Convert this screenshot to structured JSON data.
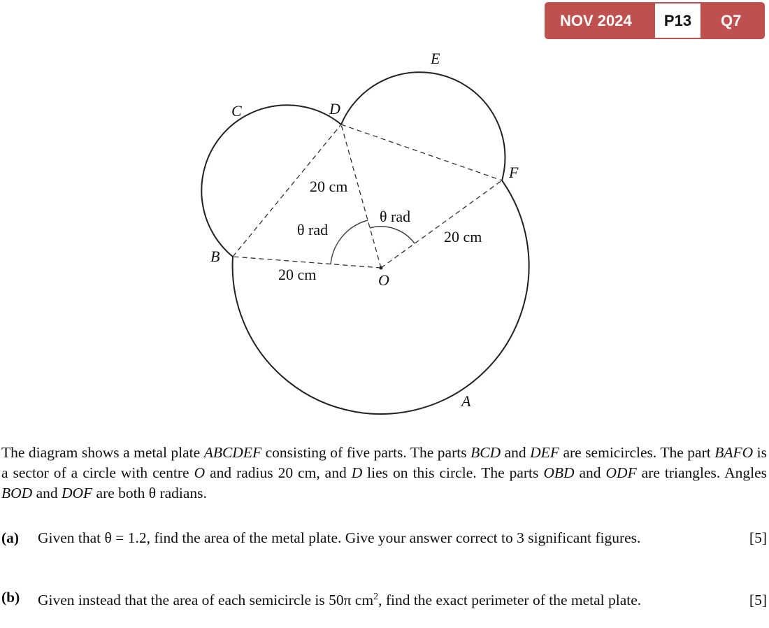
{
  "badge": {
    "session": "NOV 2024",
    "paper": "P13",
    "question": "Q7",
    "color": "#c0504d"
  },
  "diagram": {
    "labels": {
      "A": "A",
      "B": "B",
      "C": "C",
      "D": "D",
      "E": "E",
      "F": "F",
      "O": "O"
    },
    "len_dr": "20 cm",
    "len_ob": "20 cm",
    "len_of": "20 cm",
    "angle_bod": "θ rad",
    "angle_dof": "θ rad"
  },
  "intro": {
    "p1": "The diagram shows a metal plate ",
    "abcdef": "ABCDEF",
    "p2": " consisting of five parts. The parts ",
    "bcd": "BCD",
    "p3": " and ",
    "def": "DEF",
    "p4": " are semicircles. The part ",
    "bafo": "BAFO",
    "p5": " is a sector of a circle with centre ",
    "o": "O",
    "p6": " and radius 20 cm, and ",
    "d": "D",
    "p7": " lies on this circle. The parts ",
    "obd": "OBD",
    "p8": " and ",
    "odf": "ODF",
    "p9": " are triangles. Angles ",
    "bod": "BOD",
    "p10": " and ",
    "dof": "DOF",
    "p11": " are both θ radians."
  },
  "parts": [
    {
      "label": "(a)",
      "text": "Given that θ = 1.2, find the area of the metal plate. Give your answer correct to 3 significant figures.",
      "marks": "[5]"
    },
    {
      "label": "(b)",
      "text1": "Given instead that the area of each semicircle is 50π cm",
      "sup": "2",
      "text2": ", find the exact perimeter of the metal plate.",
      "marks": "[5]"
    }
  ]
}
